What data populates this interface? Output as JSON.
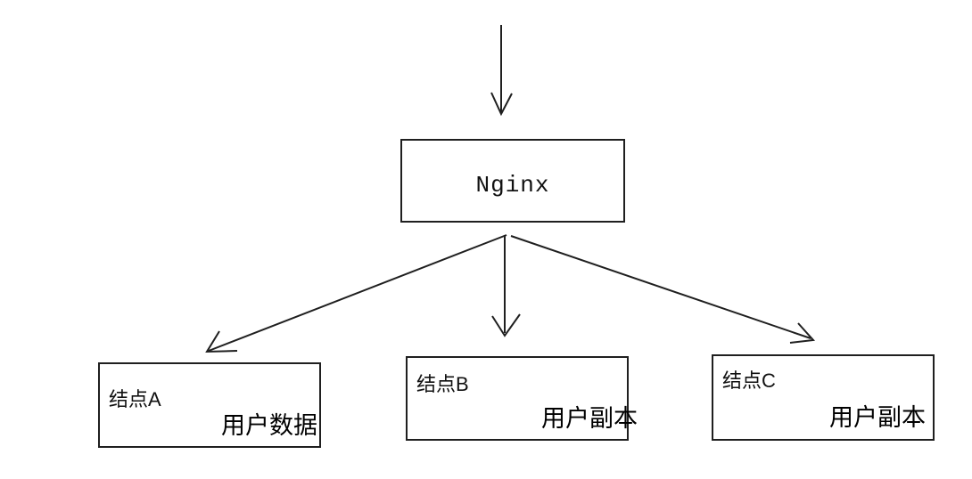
{
  "diagram": {
    "nginx": {
      "label": "Nginx"
    },
    "nodes": [
      {
        "title": "结点A",
        "sublabel": "用户数据"
      },
      {
        "title": "结点B",
        "sublabel": "用户副本"
      },
      {
        "title": "结点C",
        "sublabel": "用户副本"
      }
    ],
    "colors": {
      "background": "#ffffff",
      "line": "#1f1f1f",
      "text": "#000000"
    }
  }
}
